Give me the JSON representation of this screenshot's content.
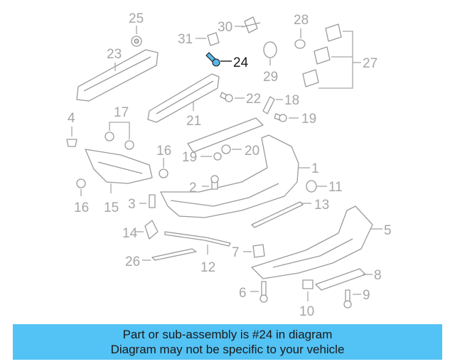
{
  "callouts": {
    "c1": "1",
    "c2": "2",
    "c3": "3",
    "c4": "4",
    "c5": "5",
    "c6": "6",
    "c7": "7",
    "c8": "8",
    "c9": "9",
    "c10": "10",
    "c11": "11",
    "c12": "12",
    "c13": "13",
    "c14": "14",
    "c15": "15",
    "c16a": "16",
    "c16b": "16",
    "c17": "17",
    "c18": "18",
    "c19a": "19",
    "c19b": "19",
    "c20": "20",
    "c21": "21",
    "c22": "22",
    "c23": "23",
    "c24": "24",
    "c25": "25",
    "c26": "26",
    "c27": "27",
    "c28": "28",
    "c29": "29",
    "c30": "30",
    "c31": "31"
  },
  "highlight_part": "24",
  "colors": {
    "highlight": "#1a1a1a",
    "muted": "#a6a6a6",
    "caption_bg": "#53c2f4",
    "part_fill": "#5ab8e8"
  },
  "caption": {
    "line1": "Part or sub-assembly is #24 in diagram",
    "line2": "Diagram may not be specific to your vehicle"
  }
}
